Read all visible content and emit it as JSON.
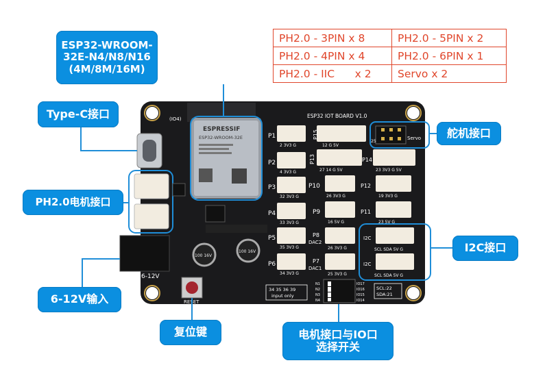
{
  "callouts": {
    "esp32_line1": "ESP32-WROOM-",
    "esp32_line2": "32E-N4/N8/N16",
    "esp32_line3": "(4M/8M/16M)",
    "type_c": "Type-C接口",
    "ph20_motor": "PH2.0电机接口",
    "power_input": "6-12V输入",
    "reset": "复位键",
    "switch_line1": "电机接口与IO口",
    "switch_line2": "选择开关",
    "servo": "舵机接口",
    "i2c": "I2C接口"
  },
  "spec_table": [
    [
      "PH2.0 - 3PIN x 8",
      "PH2.0 - 5PIN x 2"
    ],
    [
      "PH2.0 - 4PIN x 4",
      "PH2.0 - 6PIN x 1"
    ],
    [
      "PH2.0 - IIC      x 2",
      "Servo x 2"
    ]
  ],
  "board": {
    "title": "ESP32 IOT BOARD V1.0",
    "module_brand": "ESPRESSIF",
    "module_name": "ESP32-WROOM-32E",
    "io4": "(IO4)",
    "vin_label": "6-12V",
    "reset_label": "RESET",
    "servo_label": "Servo",
    "servo_pin": "25",
    "input_only_pins": "34 35 36 39",
    "input_only_text": "input only",
    "i2c_pins_1": "SCL:22",
    "i2c_pins_2": "SDA:21",
    "cap1": "100 16V",
    "cap2": "100 16V",
    "ports": [
      {
        "label": "P1",
        "pins": "2  3V3  G"
      },
      {
        "label": "P2",
        "pins": "4  3V3  G"
      },
      {
        "label": "P3",
        "pins": "32 3V3 G"
      },
      {
        "label": "P4",
        "pins": "33 3V3 G"
      },
      {
        "label": "P5",
        "pins": "35 3V3 G"
      },
      {
        "label": "P6",
        "pins": "34 3V3 G"
      },
      {
        "label": "P7",
        "pins": "25 3V3 G",
        "sub": "DAC1"
      },
      {
        "label": "P8",
        "pins": "26 3V3 G",
        "sub": "DAC2"
      },
      {
        "label": "P9",
        "pins": "16 5V G"
      },
      {
        "label": "P10",
        "pins": "26 3V3 G"
      },
      {
        "label": "P11",
        "pins": "23 5V G"
      },
      {
        "label": "P12",
        "pins": "19 3V3 G"
      },
      {
        "label": "P13",
        "pins": "27 14 G 5V"
      },
      {
        "label": "P14",
        "pins": "23 3V3 G 5V"
      },
      {
        "label": "P15",
        "pins": "12 G 5V"
      }
    ],
    "i2c_ports": [
      {
        "label": "I2C",
        "pins": "SCL SDA 5V G"
      },
      {
        "label": "I2C",
        "pins": "SCL SDA 5V G"
      }
    ],
    "switch_labels": [
      "IO17",
      "IO16",
      "IO15",
      "IO14"
    ],
    "switch_left": [
      "N1",
      "N2",
      "N3",
      "N4"
    ]
  },
  "colors": {
    "callout": "#0b8fe0",
    "spec_border": "#e0462b",
    "board": "#1a1a1c",
    "connector": "#f2ece0",
    "outline": "#1f8ed8"
  }
}
